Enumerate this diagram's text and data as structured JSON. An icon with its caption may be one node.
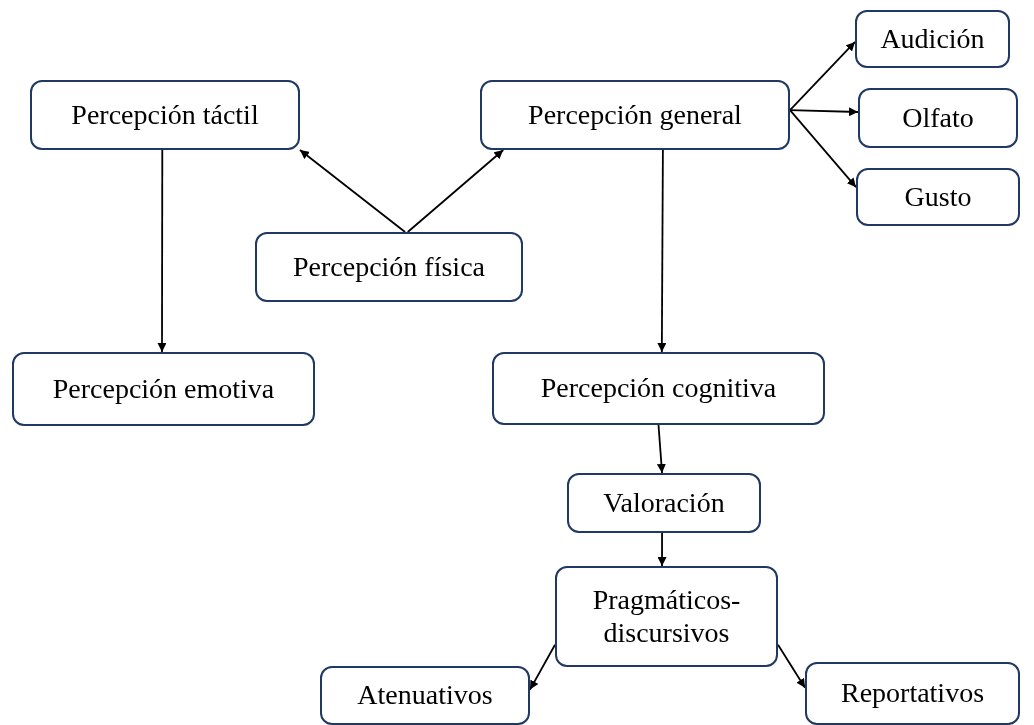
{
  "diagram": {
    "nodes": [
      {
        "text": [
          "Percepción táctil"
        ]
      },
      {
        "text": [
          "Percepción general"
        ]
      },
      {
        "text": [
          "Audición"
        ]
      },
      {
        "text": [
          "Olfato"
        ]
      },
      {
        "text": [
          "Gusto"
        ]
      },
      {
        "text": [
          "Percepción física"
        ]
      },
      {
        "text": [
          "Percepción emotiva"
        ]
      },
      {
        "text": [
          "Percepción cognitiva"
        ]
      },
      {
        "text": [
          "Valoración"
        ]
      },
      {
        "text": [
          "Pragmáticos-discursivos"
        ]
      },
      {
        "text": [
          "Atenuativos"
        ]
      },
      {
        "text": [
          "Reportativos"
        ]
      }
    ],
    "edges": [
      {
        "from": 5,
        "to": 0,
        "arrow": "to"
      },
      {
        "from": 5,
        "to": 1,
        "arrow": "to"
      },
      {
        "from": 0,
        "to": 6,
        "arrow": "to"
      },
      {
        "from": 1,
        "to": 2,
        "arrow": "to"
      },
      {
        "from": 1,
        "to": 3,
        "arrow": "to"
      },
      {
        "from": 1,
        "to": 4,
        "arrow": "to"
      },
      {
        "from": 1,
        "to": 7,
        "arrow": "to"
      },
      {
        "from": 7,
        "to": 8,
        "arrow": "to"
      },
      {
        "from": 8,
        "to": 9,
        "arrow": "to"
      },
      {
        "from": 9,
        "to": 10,
        "arrow": "to"
      },
      {
        "from": 9,
        "to": 11,
        "arrow": "to"
      }
    ]
  }
}
